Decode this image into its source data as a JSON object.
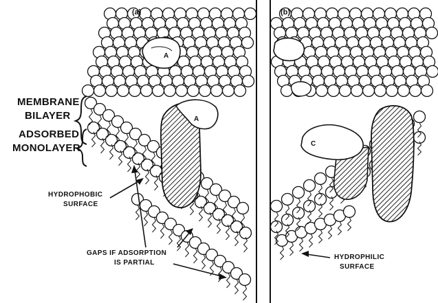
{
  "panels": {
    "a": "(a)",
    "b": "(b)"
  },
  "labels": {
    "membrane_line1": "MEMBRANE",
    "membrane_line2": "BILAYER",
    "adsorbed_line1": "ADSORBED",
    "adsorbed_line2": "MONOLAYER",
    "hydrophobic_line1": "HYDROPHOBIC",
    "hydrophobic_line2": "SURFACE",
    "gaps_line1": "GAPS IF ADSORPTION",
    "gaps_line2": "IS PARTIAL",
    "hydrophilic_line1": "HYDROPHILIC",
    "hydrophilic_line2": "SURFACE"
  },
  "proteins": {
    "a_top": "A",
    "a_front": "A",
    "b_front": "C"
  },
  "colors": {
    "ink": "#111111",
    "bead_fill": "#ffffff",
    "hatch": "#222222"
  }
}
